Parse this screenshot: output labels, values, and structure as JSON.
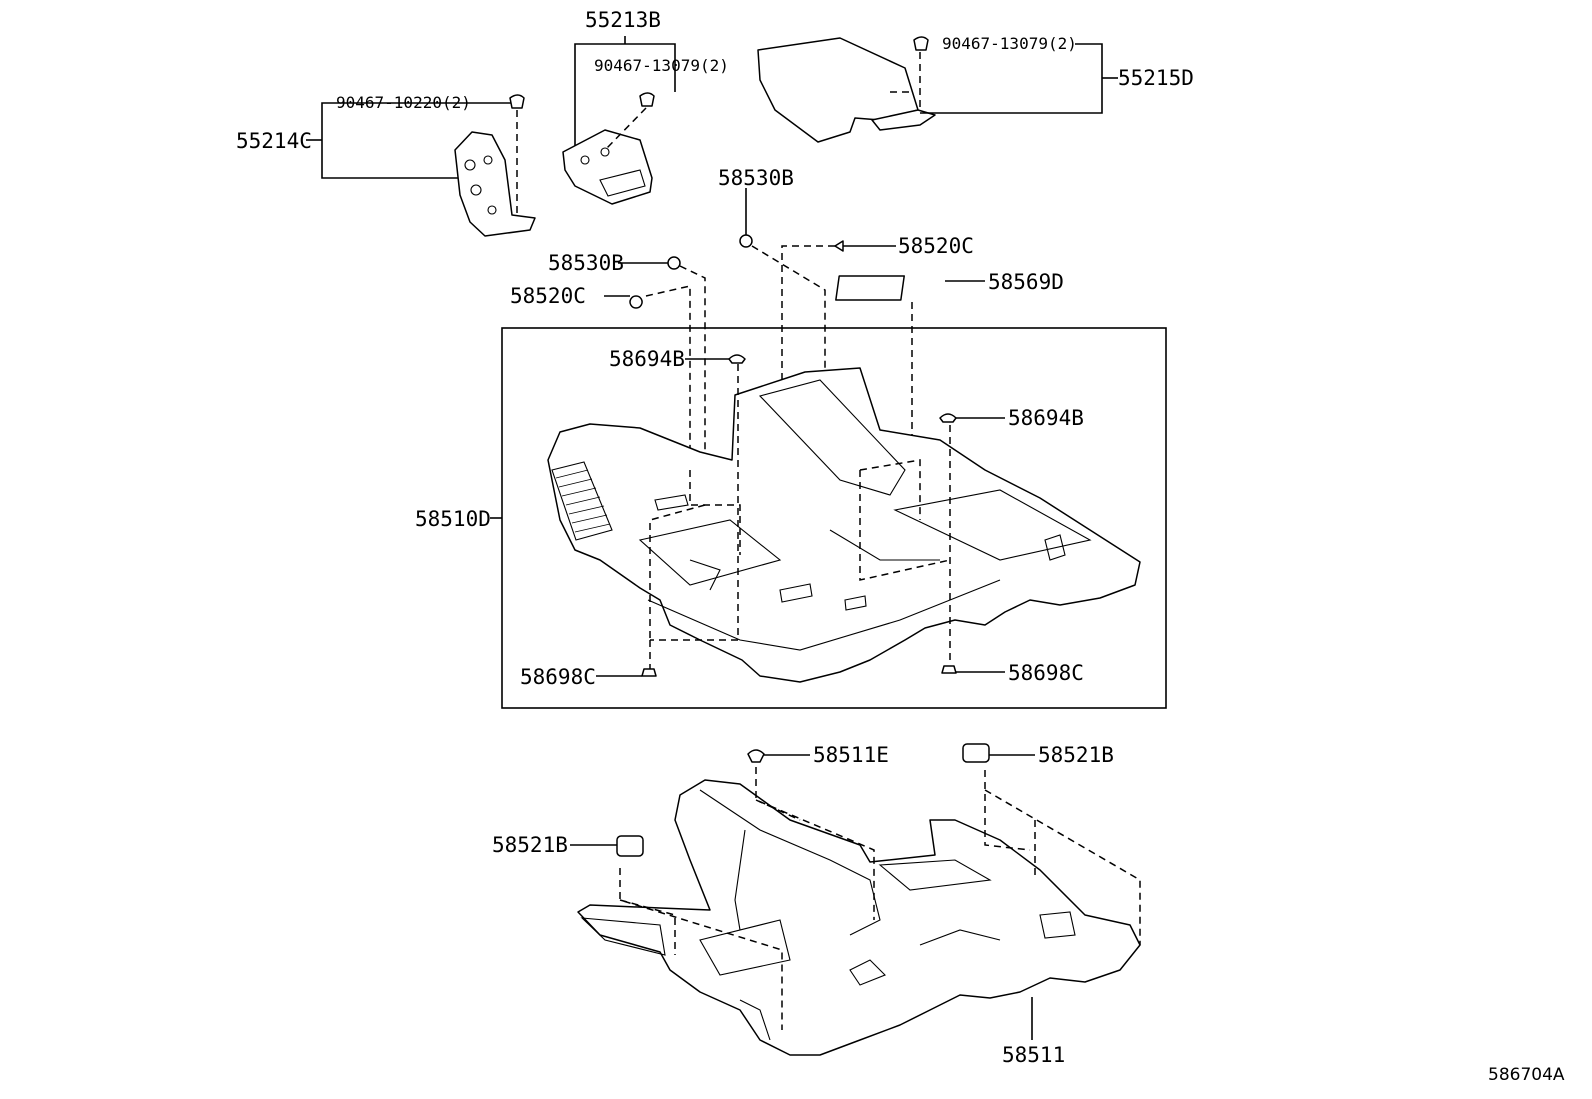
{
  "labels": {
    "p55213b": "55213B",
    "p90467_13079_left": "90467-13079(2)",
    "p90467_13079_right": "90467-13079(2)",
    "p55215d": "55215D",
    "p90467_10220": "90467-10220(2)",
    "p55214c": "55214C",
    "p58530b_top": "58530B",
    "p58520c_right": "58520C",
    "p58569d": "58569D",
    "p58530b_left": "58530B",
    "p58520c_left": "58520C",
    "p58694b_left": "58694B",
    "p58694b_right": "58694B",
    "p58510d": "58510D",
    "p58698c_left": "58698C",
    "p58698c_right": "58698C",
    "p58511e": "58511E",
    "p58521b_right": "58521B",
    "p58521b_left": "58521B",
    "p58511": "58511"
  },
  "diagram_ref": "586704A"
}
